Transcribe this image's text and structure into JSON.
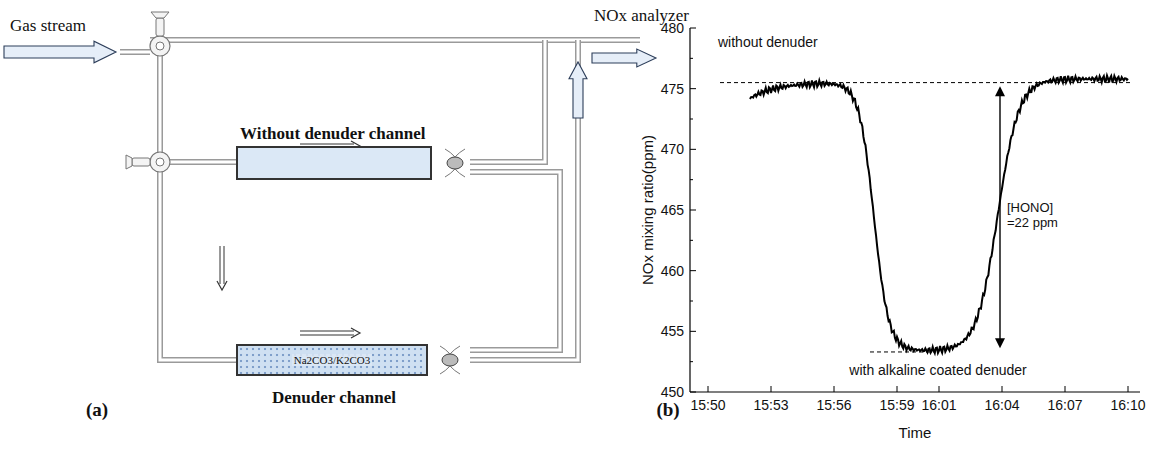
{
  "diagram": {
    "nodes": [
      {
        "text": [
          "Without denuder channel"
        ]
      },
      {
        "text": [
          "Na2CO3/K2CO3",
          "Denuder channel"
        ]
      }
    ],
    "labels": [
      "Gas stream",
      "NOx analyzer",
      "(a)",
      "(b)",
      "without denuder",
      "[HONO] =22 ppm",
      "with alkaline coated denuder",
      "NOx mixing ratio(ppm)",
      "Time",
      "480",
      "475",
      "470",
      "465",
      "460",
      "455",
      "450",
      "15:50",
      "15:53",
      "15:56",
      "15:59",
      "16:01",
      "16:04",
      "16:07",
      "16:10"
    ]
  }
}
